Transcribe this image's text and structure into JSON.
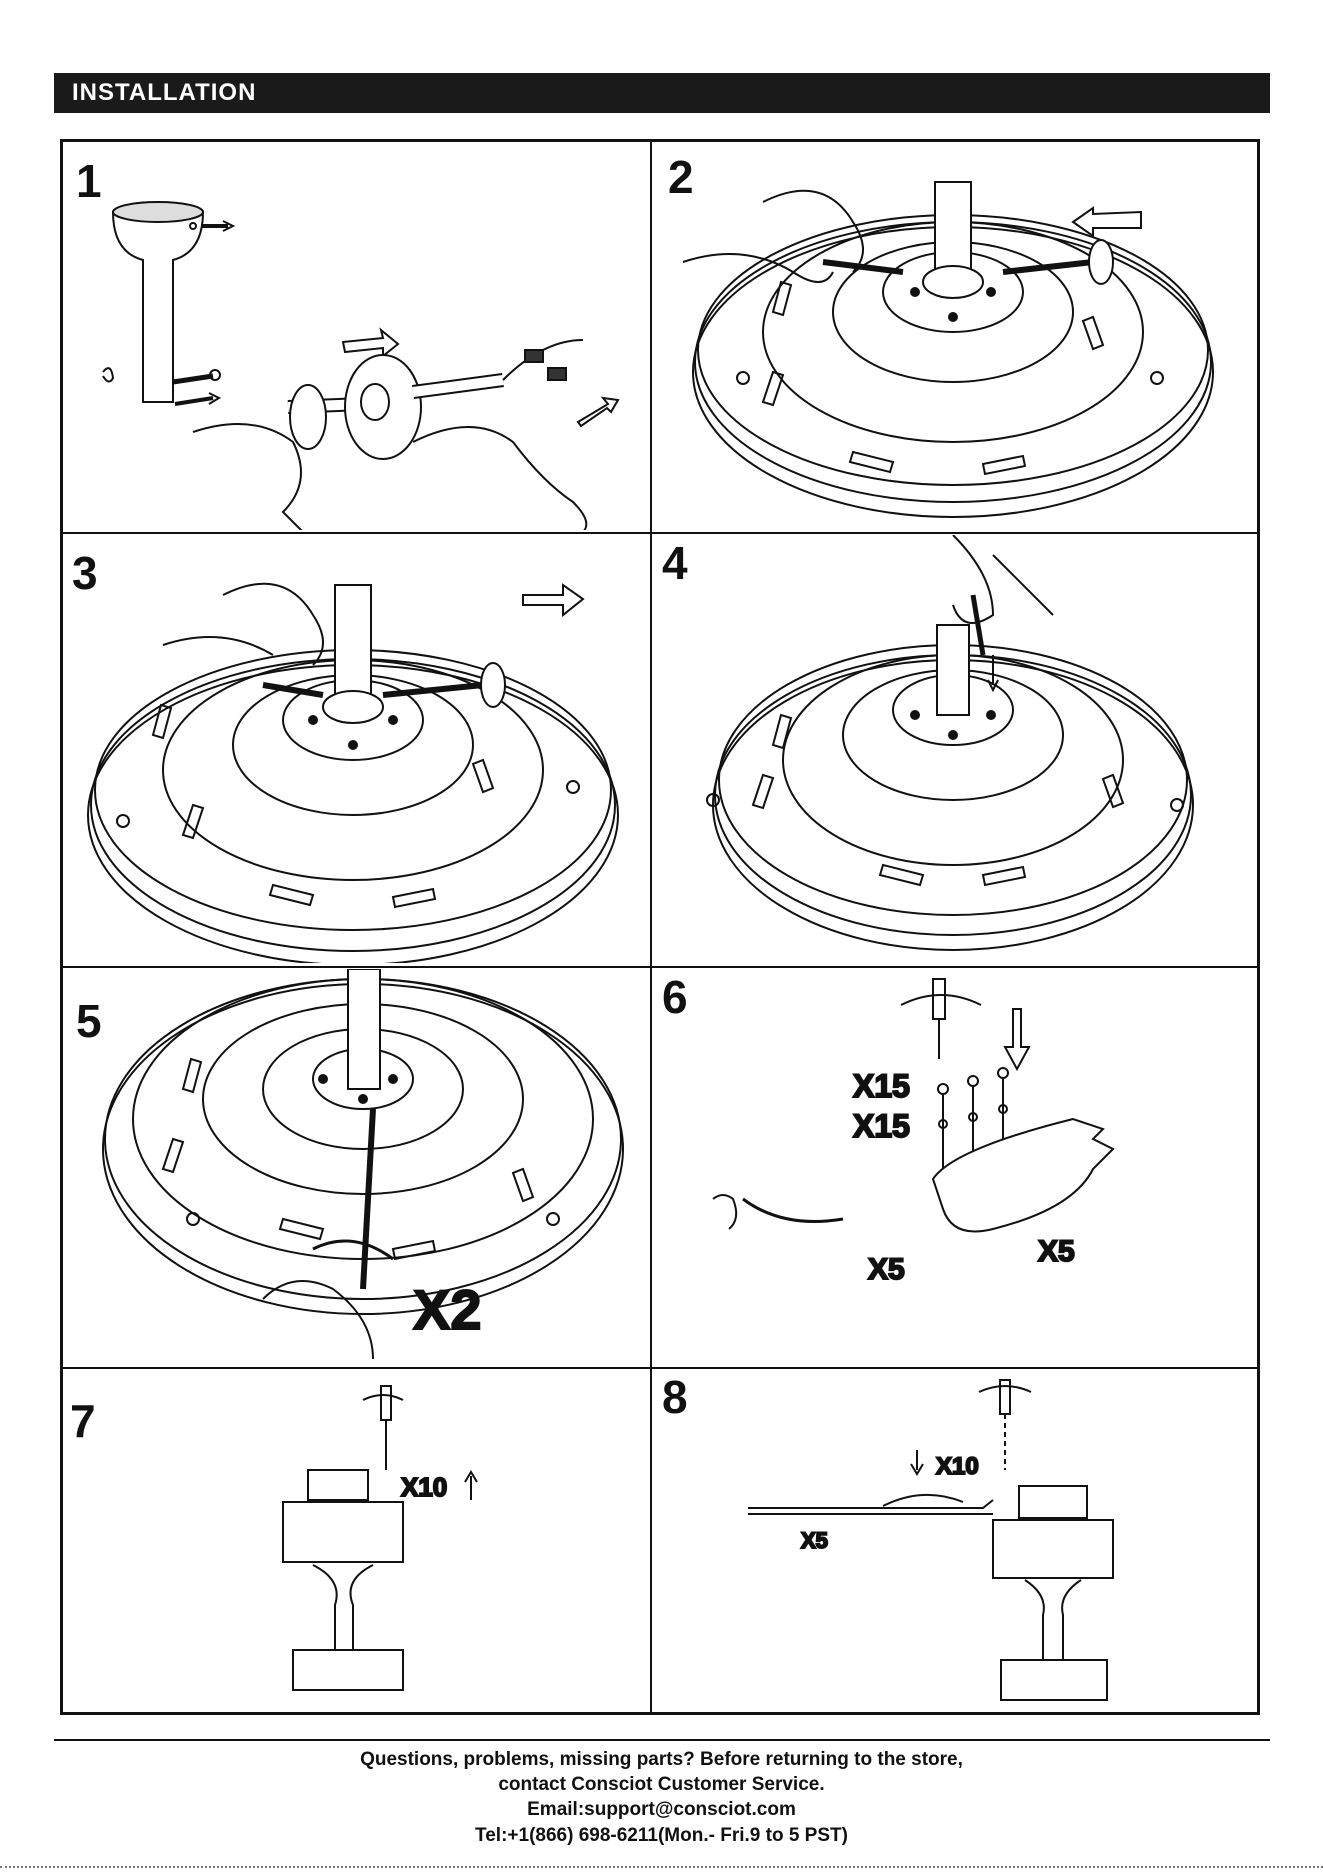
{
  "header": {
    "title": "INSTALLATION"
  },
  "steps": [
    {
      "number": "1"
    },
    {
      "number": "2"
    },
    {
      "number": "3"
    },
    {
      "number": "4"
    },
    {
      "number": "5",
      "quantity": "X2"
    },
    {
      "number": "6",
      "quantities": [
        "X15",
        "X15",
        "X5",
        "X5"
      ]
    },
    {
      "number": "7",
      "quantity": "X10"
    },
    {
      "number": "8",
      "quantities": [
        "X10",
        "X5"
      ]
    }
  ],
  "footer": {
    "line1": "Questions, problems, missing parts? Before returning to the store,",
    "line2": "contact Consciot Customer Service.",
    "line3": "Email:support@consciot.com",
    "line4": "Tel:+1(866) 698-6211(Mon.- Fri.9 to 5 PST)"
  }
}
